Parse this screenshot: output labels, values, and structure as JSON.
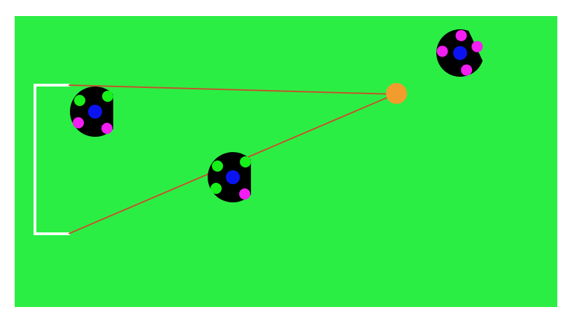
{
  "colors": {
    "background": "#ffffff",
    "field": "#2bee44",
    "goal": "#ffffff",
    "ball": "#f29c2e",
    "sight_line": "#c5522e",
    "robot_body": "#000000",
    "robot_center": "#0b14f0",
    "marker_green": "#17f01a",
    "marker_magenta": "#f21ef2"
  },
  "field": {
    "icon": "soccer-field"
  },
  "goal": {
    "icon": "goal-frame"
  },
  "ball": {
    "icon": "ball"
  },
  "sight_lines": [
    {
      "name": "sight-line-upper",
      "to": "goal-top-post"
    },
    {
      "name": "sight-line-lower",
      "to": "goal-bottom-post"
    }
  ],
  "robots": [
    {
      "name": "robot-near-goal",
      "markers": [
        "green",
        "green",
        "magenta",
        "magenta"
      ]
    },
    {
      "name": "robot-center",
      "markers": [
        "green",
        "green",
        "green",
        "magenta"
      ]
    },
    {
      "name": "robot-top-right",
      "markers": [
        "magenta",
        "magenta",
        "magenta",
        "magenta"
      ]
    }
  ]
}
